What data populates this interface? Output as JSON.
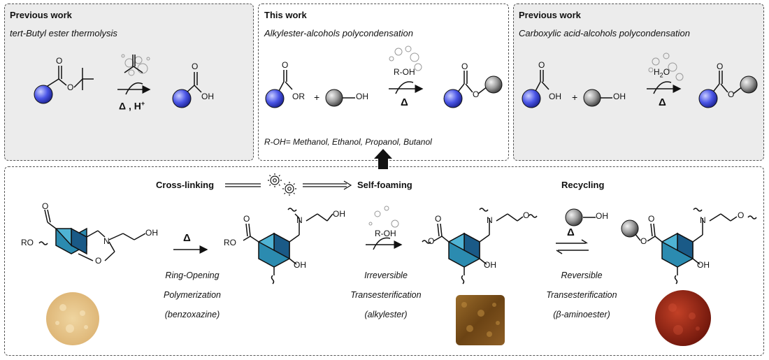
{
  "panels": {
    "left": {
      "title": "Previous work",
      "subtitle": "tert-Butyl ester thermolysis",
      "oh": "OH",
      "o": "O",
      "condition": "Δ , H",
      "cond_sup": "+"
    },
    "middle": {
      "title": "This work",
      "subtitle": "Alkylester-alcohols polycondensation",
      "reagent": "R-OH",
      "or_label": "OR",
      "plus": "+",
      "oh": "OH",
      "o": "O",
      "delta": "Δ",
      "note": "R-OH= Methanol, Ethanol, Propanol, Butanol"
    },
    "right": {
      "title": "Previous work",
      "subtitle": "Carboxylic acid-alcohols polycondensation",
      "reagent": "H",
      "reagent_sub": "2",
      "reagent_tail": "O",
      "oh": "OH",
      "plus": "+",
      "o": "O",
      "delta": "Δ"
    }
  },
  "bottom": {
    "crosslinking": "Cross-linking",
    "selffoaming": "Self-foaming",
    "recycling": "Recycling",
    "ro": "RO",
    "n": "N",
    "o": "O",
    "oh": "OH",
    "roh": "R-OH",
    "delta": "Δ",
    "step1": [
      "Ring-Opening",
      "Polymerization",
      "(benzoxazine)"
    ],
    "step2": [
      "Irreversible",
      "Transesterification",
      "(alkylester)"
    ],
    "step3": [
      "Reversible",
      "Transesterification",
      "(β-aminoester)"
    ]
  },
  "colors": {
    "blue_sphere": "#3a44d8",
    "grey_sphere": "#8a8a8a",
    "ring_fill": "#2b8bb0",
    "powder": "#e9c98e",
    "foam": "#7a5422",
    "disc": "#9b2a18"
  }
}
